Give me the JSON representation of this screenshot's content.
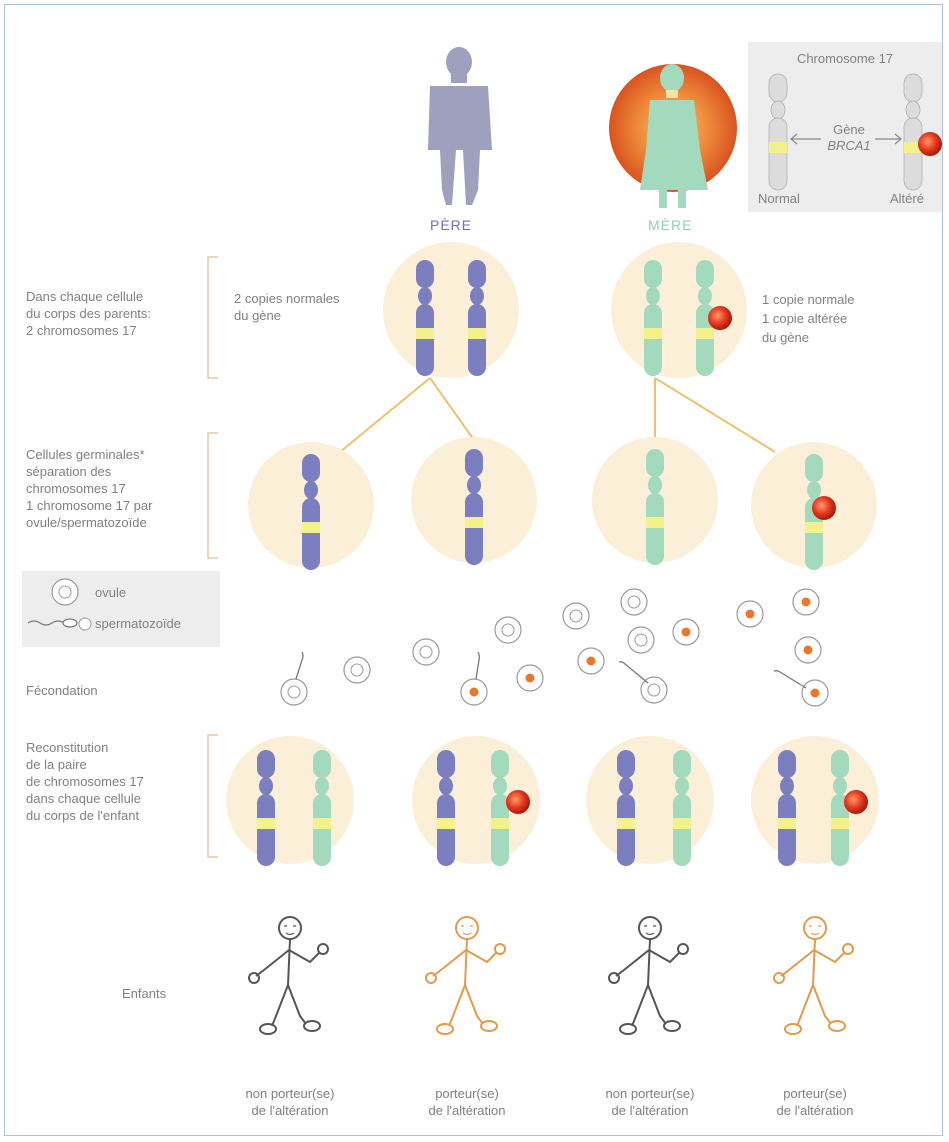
{
  "parents": {
    "father_label": "PÈRE",
    "mother_label": "MÈRE"
  },
  "legend_chromosome": {
    "title": "Chromosome 17",
    "gene_label": "Gène",
    "gene_name": "BRCA1",
    "normal_label": "Normal",
    "altered_label": "Altéré"
  },
  "rows": {
    "parent_cells": "Dans chaque cellule\ndu corps des parents:\n2 chromosomes 17",
    "germ_cells": "Cellules germinales*\nséparation des\nchromosomes 17\n1 chromosome 17 par\novule/spermatozoïde",
    "fecundation": "Fécondation",
    "reconstitution": "Reconstitution\nde la paire\nde chromosomes 17\ndans chaque cellule\ndu corps de l'enfant",
    "children": "Enfants"
  },
  "father_note": "2 copies normales\ndu gène",
  "mother_note": "1 copie normale\n1 copie altérée\ndu gène",
  "gamete_legend": {
    "ovule": "ovule",
    "sperm": "spermatozoïde"
  },
  "children": [
    {
      "label": "non porteur(se)\nde l'altération",
      "carrier": false
    },
    {
      "label": "porteur(se)\nde l'altération",
      "carrier": true
    },
    {
      "label": "non porteur(se)\nde l'altération",
      "carrier": false
    },
    {
      "label": "porteur(se)\nde l'altération",
      "carrier": true
    }
  ],
  "colors": {
    "father_chromosome": "#7b7fc0",
    "mother_chromosome": "#a3d9bc",
    "gene_band": "#f4f08c",
    "mutation": "#e3341e",
    "cell_bg": "#fbefd8",
    "carrier_child": "#e39a4a",
    "non_carrier_child": "#555555"
  }
}
